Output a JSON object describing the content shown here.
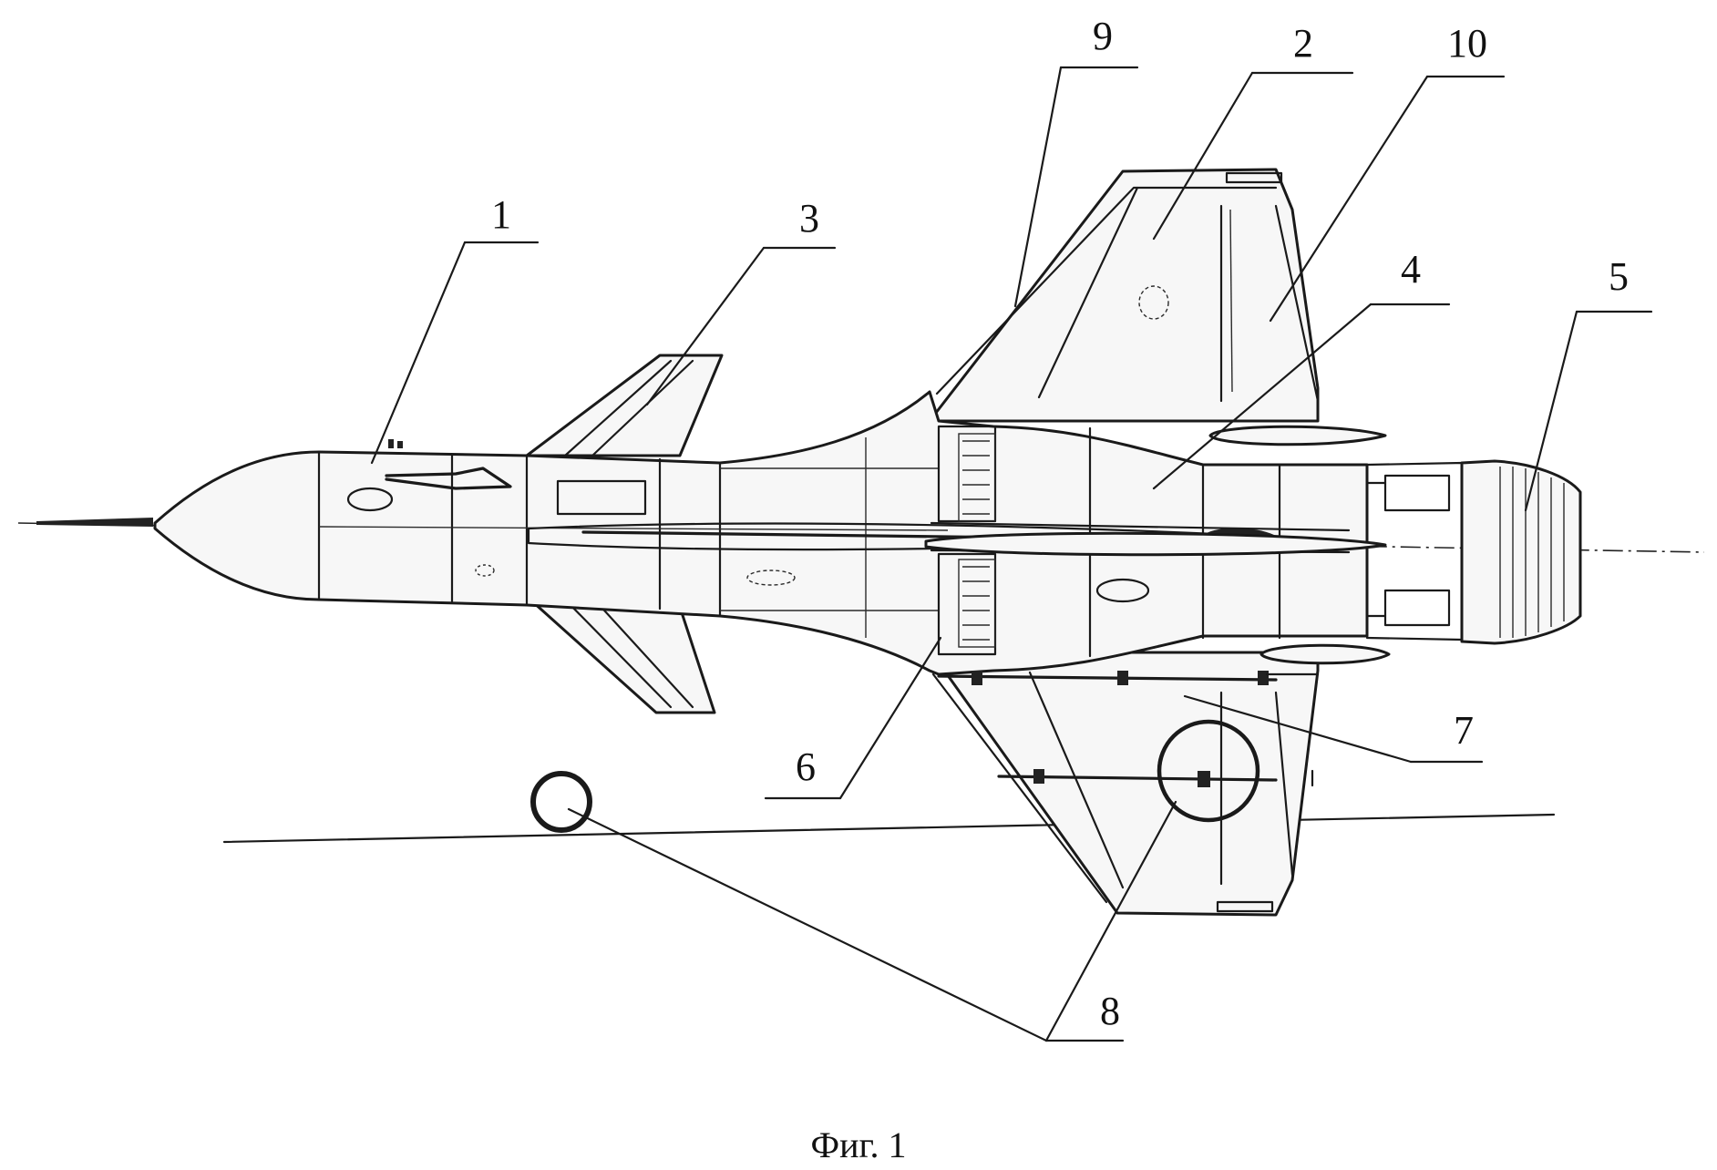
{
  "figure": {
    "caption": "Фиг. 1",
    "reference_numerals": [
      {
        "id": "1",
        "label": "1"
      },
      {
        "id": "2",
        "label": "2"
      },
      {
        "id": "3",
        "label": "3"
      },
      {
        "id": "4",
        "label": "4"
      },
      {
        "id": "5",
        "label": "5"
      },
      {
        "id": "6",
        "label": "6"
      },
      {
        "id": "7",
        "label": "7"
      },
      {
        "id": "8",
        "label": "8"
      },
      {
        "id": "9",
        "label": "9"
      },
      {
        "id": "10",
        "label": "10"
      }
    ]
  }
}
